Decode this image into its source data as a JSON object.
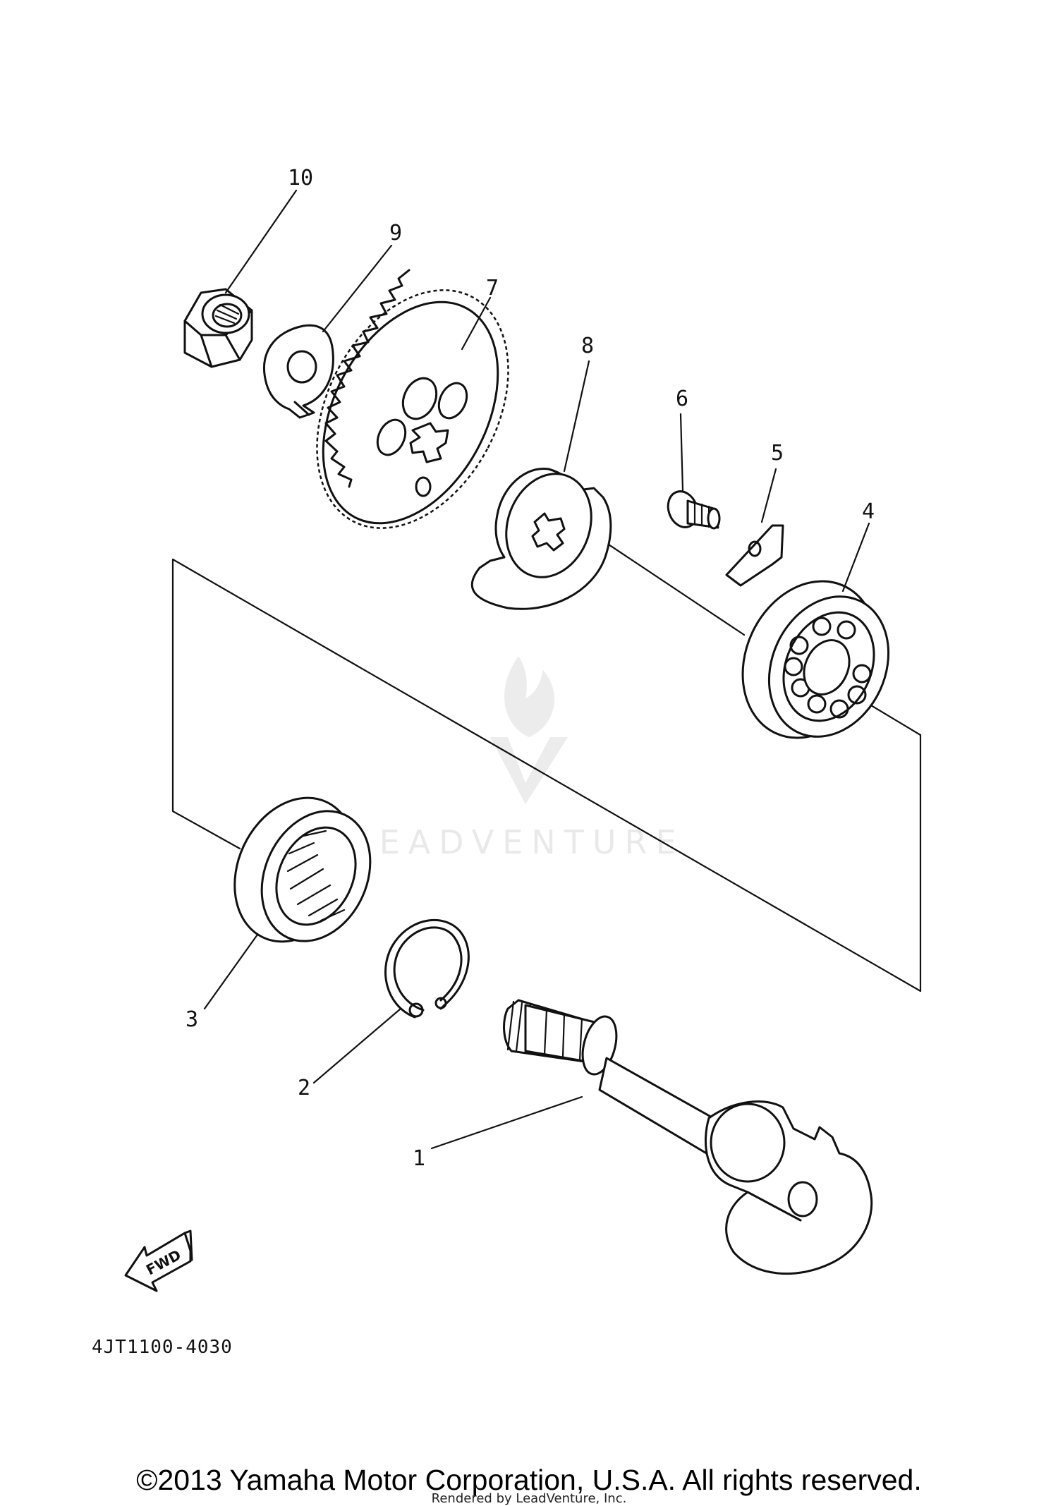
{
  "callouts": {
    "p1": "1",
    "p2": "2",
    "p3": "3",
    "p4": "4",
    "p5": "5",
    "p6": "6",
    "p7": "7",
    "p8": "8",
    "p9": "9",
    "p10": "10"
  },
  "fwd_label": "FWD",
  "diagram_code": "4JT1100-4030",
  "watermark": "LEADVENTURE",
  "copyright": "©2013 Yamaha Motor Corporation, U.S.A. All rights reserved.",
  "rendered_by": "Rendered by LeadVenture, Inc."
}
